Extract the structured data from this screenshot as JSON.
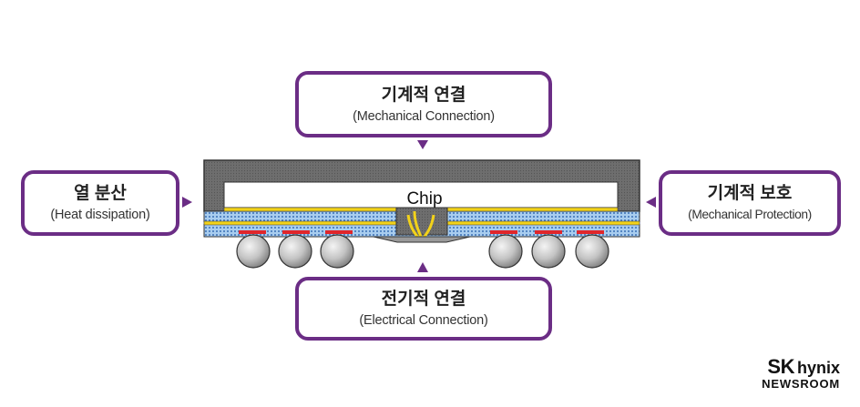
{
  "callouts": {
    "top": {
      "title": "기계적 연결",
      "subtitle": "(Mechanical Connection)"
    },
    "bottom": {
      "title": "전기적 연결",
      "subtitle": "(Electrical Connection)"
    },
    "left": {
      "title": "열 분산",
      "subtitle": "(Heat dissipation)"
    },
    "right": {
      "title": "기계적 보호",
      "subtitle": "(Mechanical Protection)"
    }
  },
  "diagram": {
    "chip_label": "Chip"
  },
  "brand": {
    "sk": "SK",
    "hynix": "hynix",
    "newsroom": "NEWSROOM"
  },
  "colors": {
    "accent": "#6b2d85",
    "mold": "#7a7a7a",
    "substrate_blue": "#9fc6ea",
    "wire_yellow": "#f2d21a",
    "pad_red": "#e0262b"
  }
}
